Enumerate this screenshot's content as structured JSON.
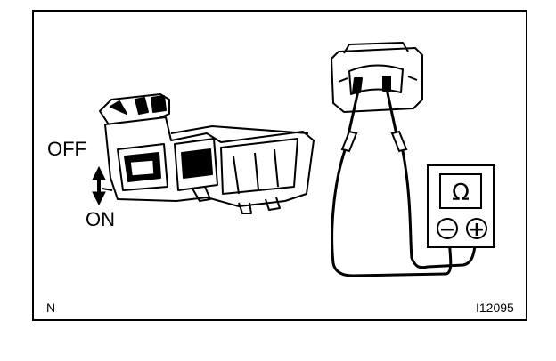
{
  "switch_positions": {
    "off": "OFF",
    "on": "ON"
  },
  "meter": {
    "symbol": "Ω",
    "negative_symbol": "−",
    "positive_symbol": "+"
  },
  "corner_mark": "N",
  "figure_id": "I12095"
}
